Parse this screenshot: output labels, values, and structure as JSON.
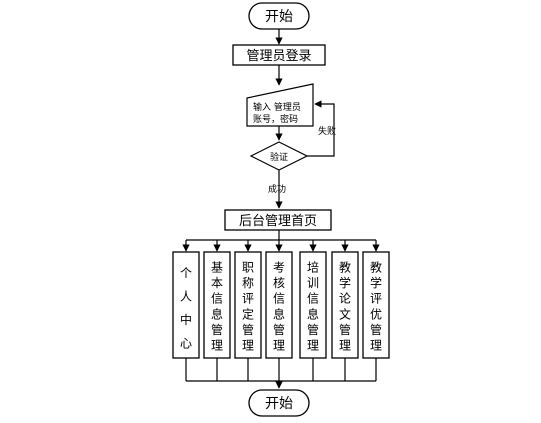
{
  "start": {
    "label": "开始"
  },
  "login": {
    "label": "管理员登录"
  },
  "input": {
    "line1": "输入 管理员",
    "line2": "账号，密码"
  },
  "verify": {
    "label": "验证"
  },
  "fail_label": "失败",
  "success_label": "成功",
  "backend": {
    "label": "后台管理首页"
  },
  "modules": [
    {
      "chars": [
        "个",
        "人",
        "中",
        "心"
      ]
    },
    {
      "chars": [
        "基",
        "本",
        "信",
        "息",
        "管",
        "理"
      ]
    },
    {
      "chars": [
        "职",
        "称",
        "评",
        "定",
        "管",
        "理"
      ]
    },
    {
      "chars": [
        "考",
        "核",
        "信",
        "息",
        "管",
        "理"
      ]
    },
    {
      "chars": [
        "培",
        "训",
        "信",
        "息",
        "管",
        "理"
      ]
    },
    {
      "chars": [
        "教",
        "学",
        "论",
        "文",
        "管",
        "理"
      ]
    },
    {
      "chars": [
        "教",
        "学",
        "评",
        "优",
        "管",
        "理"
      ]
    }
  ],
  "end": {
    "label": "开始"
  }
}
